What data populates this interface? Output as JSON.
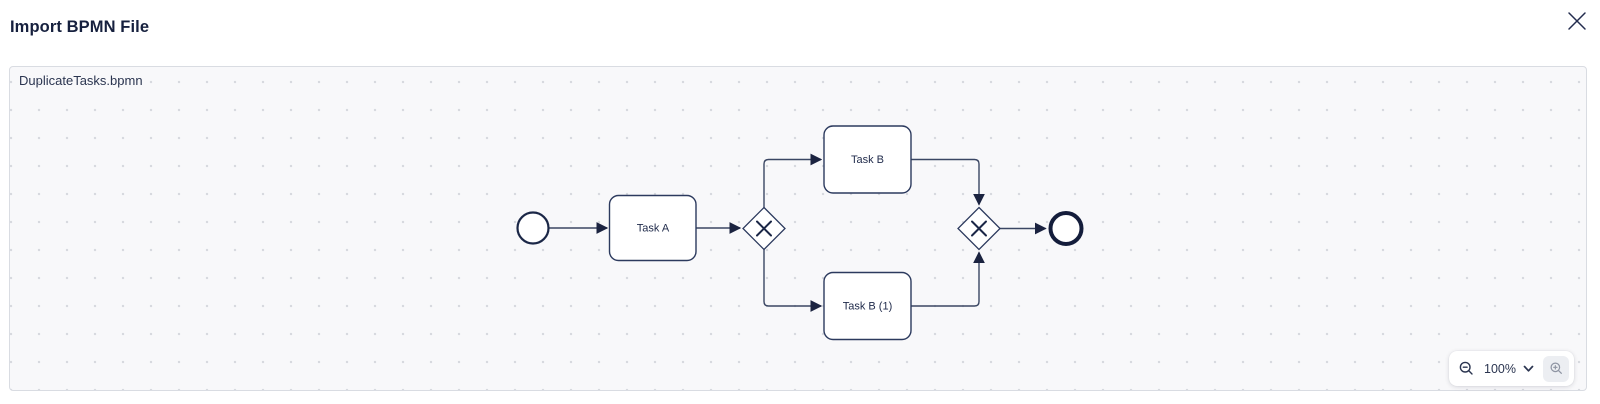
{
  "modal": {
    "title": "Import BPMN File"
  },
  "canvas": {
    "filename": "DuplicateTasks.bpmn"
  },
  "diagram": {
    "type": "bpmn-process-preview",
    "nodes": [
      {
        "id": "start-event",
        "type": "start-event",
        "label": ""
      },
      {
        "id": "task-a",
        "type": "task",
        "label": "Task A"
      },
      {
        "id": "gateway-split",
        "type": "exclusive-gateway",
        "label": ""
      },
      {
        "id": "task-b",
        "type": "task",
        "label": "Task B"
      },
      {
        "id": "task-b-1",
        "type": "task",
        "label": "Task B (1)"
      },
      {
        "id": "gateway-join",
        "type": "exclusive-gateway",
        "label": ""
      },
      {
        "id": "end-event",
        "type": "end-event",
        "label": ""
      }
    ],
    "flows": [
      {
        "from": "start-event",
        "to": "task-a"
      },
      {
        "from": "task-a",
        "to": "gateway-split"
      },
      {
        "from": "gateway-split",
        "to": "task-b"
      },
      {
        "from": "gateway-split",
        "to": "task-b-1"
      },
      {
        "from": "task-b",
        "to": "gateway-join"
      },
      {
        "from": "task-b-1",
        "to": "gateway-join"
      },
      {
        "from": "gateway-join",
        "to": "end-event"
      }
    ]
  },
  "zoom_controls": {
    "zoom_out_icon": "magnifier-minus",
    "level": "100%",
    "chevron_icon": "chevron-down",
    "zoom_in_icon": "magnifier-plus"
  },
  "colors": {
    "accent_navy": "#1b2747",
    "connector": "#3a4663",
    "canvas_bg": "#f8f8fa",
    "canvas_border": "#d9dce2",
    "dot": "#d6d8de"
  }
}
